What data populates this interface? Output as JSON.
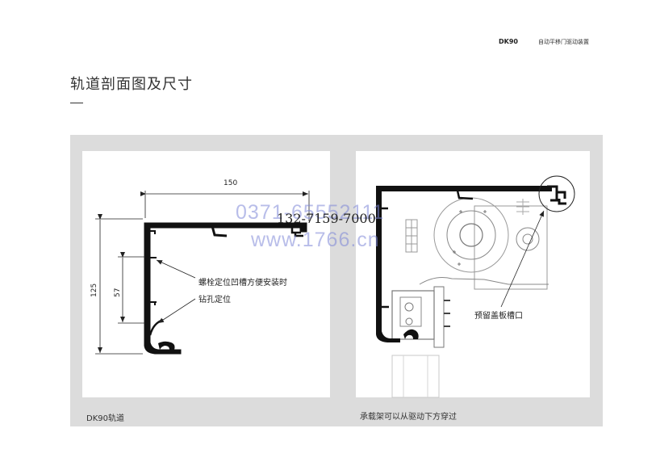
{
  "header": {
    "model": "DK90",
    "product": "自动平移门驱动装置"
  },
  "title": "轨道剖面图及尺寸",
  "left_figure": {
    "dim_width": "150",
    "dim_height": "125",
    "dim_slot": "57",
    "annotation_line1": "螺栓定位凹槽方便安装时",
    "annotation_line2": "钻孔定位",
    "caption": "DK90轨道"
  },
  "right_figure": {
    "annotation": "预留盖板槽口",
    "caption": "承载架可以从驱动下方穿过"
  },
  "watermark": {
    "phone": "0371-65552111",
    "mobile": "132-7159-7000",
    "url": "www.1766.cn"
  }
}
